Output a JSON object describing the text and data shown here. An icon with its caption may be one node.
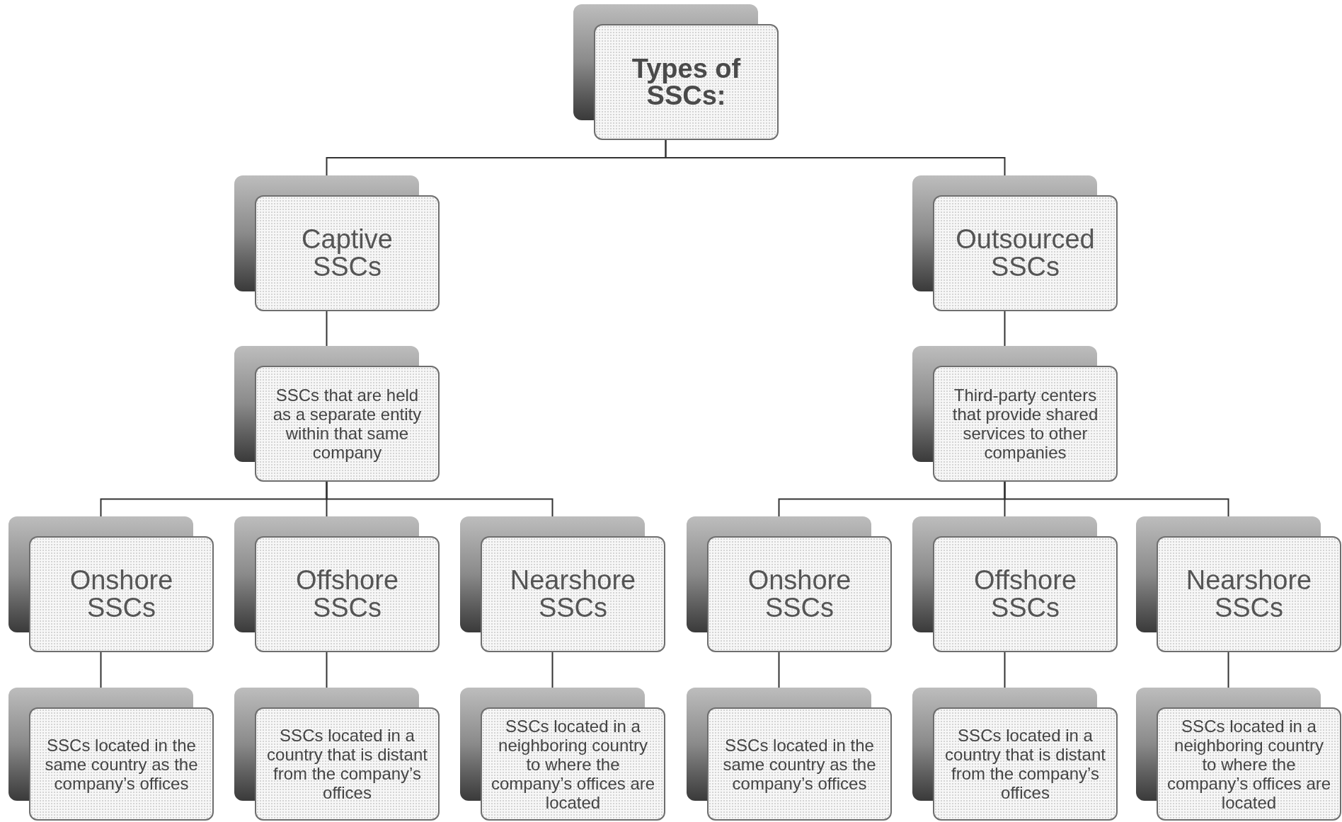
{
  "diagram": {
    "nodes": [
      {
        "text": [
          "Types of SSCs:"
        ]
      },
      {
        "text": [
          "Captive SSCs"
        ]
      },
      {
        "text": [
          "Outsourced SSCs"
        ]
      },
      {
        "text": [
          "SSCs that are held as a separate entity within that same company"
        ]
      },
      {
        "text": [
          "Third-party centers that provide shared services to other companies"
        ]
      },
      {
        "text": [
          "Onshore SSCs"
        ]
      },
      {
        "text": [
          "Offshore SSCs"
        ]
      },
      {
        "text": [
          "Nearshore SSCs"
        ]
      },
      {
        "text": [
          "Onshore SSCs"
        ]
      },
      {
        "text": [
          "Offshore SSCs"
        ]
      },
      {
        "text": [
          "Nearshore SSCs"
        ]
      },
      {
        "text": [
          "SSCs located in the same country as the company’s offices"
        ]
      },
      {
        "text": [
          "SSCs located in a country that is distant from the company’s offices"
        ]
      },
      {
        "text": [
          "SSCs located in a neighboring country to where the company’s offices are located"
        ]
      },
      {
        "text": [
          "SSCs located in the same country as the company’s offices"
        ]
      },
      {
        "text": [
          "SSCs located in a country that is distant from the company’s offices"
        ]
      },
      {
        "text": [
          "SSCs located in a neighboring country to where the company’s offices are located"
        ]
      }
    ],
    "edges": [
      {
        "from": 0,
        "to": 1,
        "arrow": "none"
      },
      {
        "from": 0,
        "to": 2,
        "arrow": "none"
      },
      {
        "from": 1,
        "to": 3,
        "arrow": "none"
      },
      {
        "from": 2,
        "to": 4,
        "arrow": "none"
      },
      {
        "from": 3,
        "to": 5,
        "arrow": "none"
      },
      {
        "from": 3,
        "to": 6,
        "arrow": "none"
      },
      {
        "from": 3,
        "to": 7,
        "arrow": "none"
      },
      {
        "from": 4,
        "to": 8,
        "arrow": "none"
      },
      {
        "from": 4,
        "to": 9,
        "arrow": "none"
      },
      {
        "from": 4,
        "to": 10,
        "arrow": "none"
      },
      {
        "from": 5,
        "to": 11,
        "arrow": "none"
      },
      {
        "from": 6,
        "to": 12,
        "arrow": "none"
      },
      {
        "from": 7,
        "to": 13,
        "arrow": "none"
      },
      {
        "from": 8,
        "to": 14,
        "arrow": "none"
      },
      {
        "from": 9,
        "to": 15,
        "arrow": "none"
      },
      {
        "from": 10,
        "to": 16,
        "arrow": "none"
      }
    ]
  }
}
